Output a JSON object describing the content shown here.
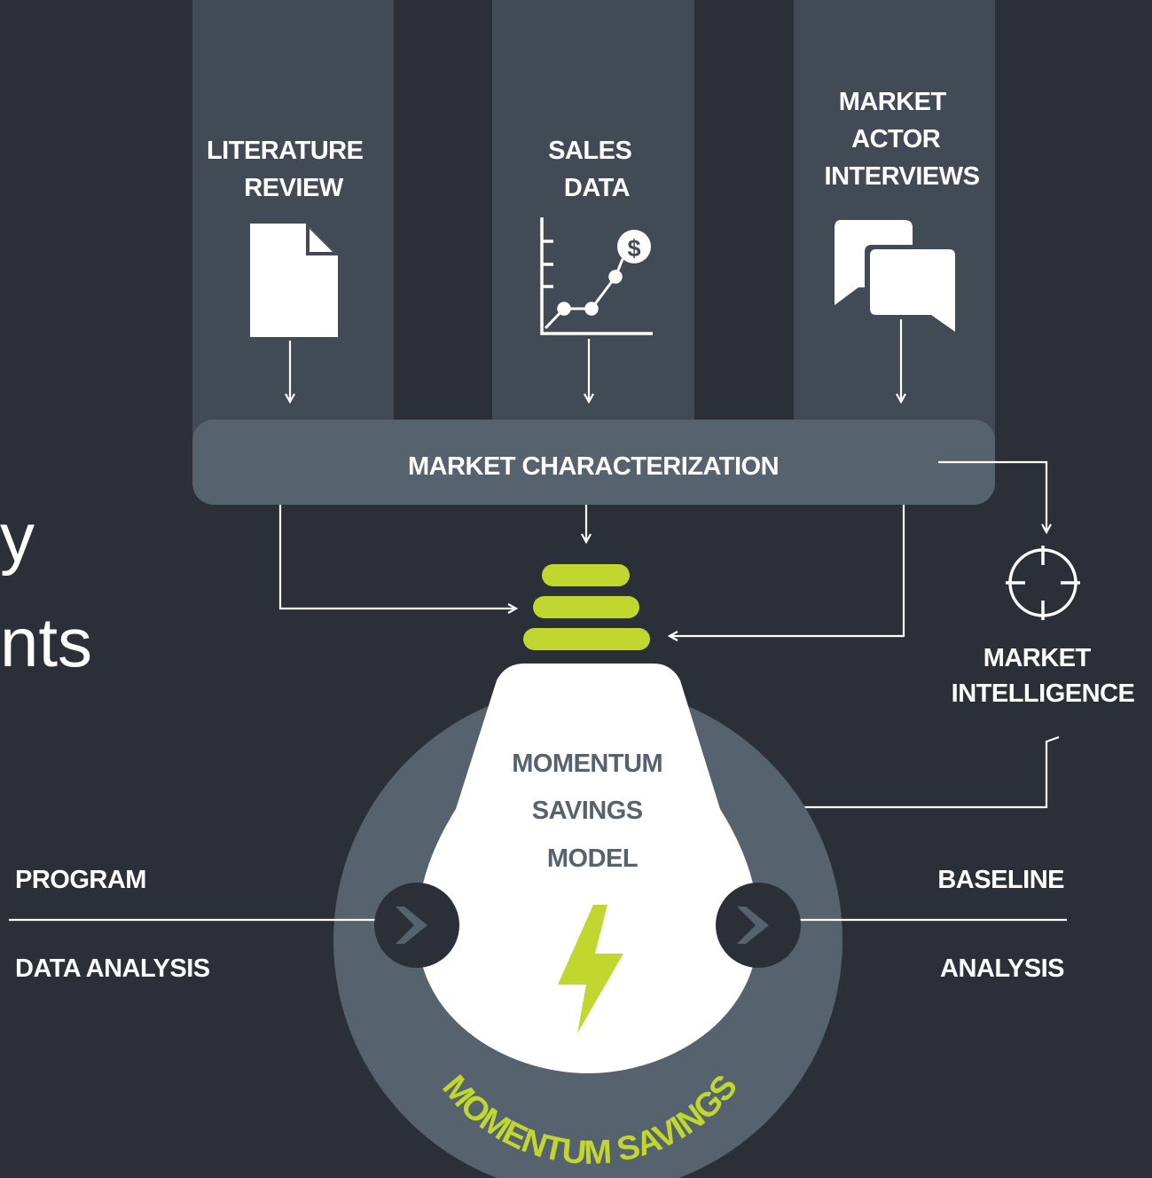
{
  "colors": {
    "background": "#2a2f38",
    "column": "#414a55",
    "bar": "#57626f",
    "ring": "#57626f",
    "bulb": "#ffffff",
    "accent_green": "#c0d72f",
    "bulb_text": "#57626f",
    "chevron_circle": "#2a2f38",
    "chevron": "#57626f"
  },
  "partial_title": {
    "line1": "y",
    "line2": "nts"
  },
  "sources": [
    {
      "label_lines": [
        "LITERATURE",
        "REVIEW"
      ],
      "icon": "document-icon"
    },
    {
      "label_lines": [
        "SALES",
        "DATA"
      ],
      "icon": "sales-chart-dollar-icon"
    },
    {
      "label_lines": [
        "MARKET",
        "ACTOR",
        "INTERVIEWS"
      ],
      "icon": "chat-bubbles-icon"
    }
  ],
  "market_characterization": "MARKET CHARACTERIZATION",
  "market_intelligence": {
    "label_lines": [
      "MARKET",
      "INTELLIGENCE"
    ],
    "icon": "target-crosshair-icon"
  },
  "model": {
    "label_lines": [
      "MOMENTUM",
      "SAVINGS",
      "MODEL"
    ],
    "icon": "lightning-bolt-icon"
  },
  "ring_label": "MOMENTUM SAVINGS",
  "left_input": {
    "top": "PROGRAM",
    "bottom": "DATA ANALYSIS"
  },
  "right_input": {
    "top": "BASELINE",
    "bottom": "ANALYSIS"
  }
}
